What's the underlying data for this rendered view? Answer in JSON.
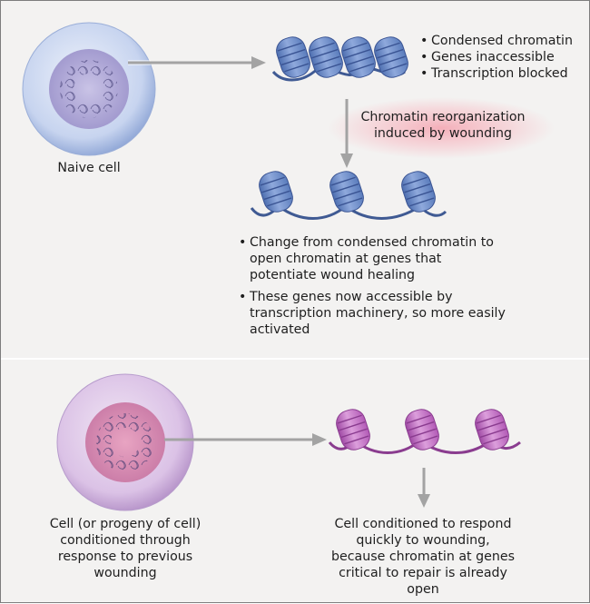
{
  "top_panel": {
    "naive_cell_label": "Naive cell",
    "condensed_bullets": [
      "Condensed chromatin",
      "Genes inaccessible",
      "Transcription blocked"
    ],
    "reorganization_label": "Chromatin reorganization induced by wounding",
    "open_bullets": [
      "Change from condensed chromatin to open chromatin at genes that potentiate wound healing",
      "These genes now accessible by transcription machinery, so more easily activated"
    ]
  },
  "bottom_panel": {
    "conditioned_cell_label": "Cell (or progeny of cell) conditioned through response to previous wounding",
    "conditioned_result_label": "Cell conditioned to respond quickly to wounding, because chromatin at genes critical to repair is already open"
  },
  "colors": {
    "background": "#f3f2f1",
    "naive_nucleosome": "#7f9bd0",
    "conditioned_nucleosome": "#c87cc9",
    "arrow": "#a3a3a3",
    "highlight_glow": "#f4a7b3"
  }
}
